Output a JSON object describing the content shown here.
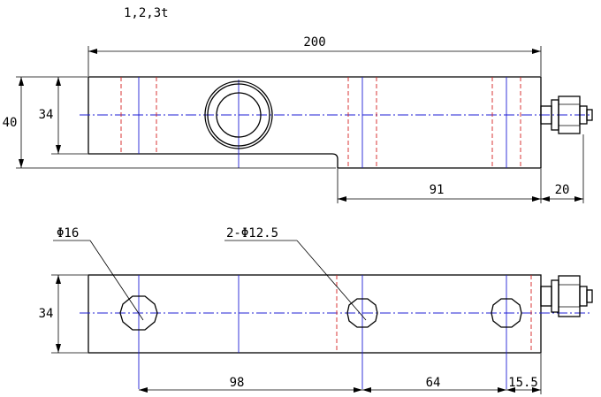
{
  "header": {
    "capacity_label": "1,2,3t"
  },
  "dimensions": {
    "length": "200",
    "height_body": "34",
    "height_total": "40",
    "offset": "91",
    "connector": "20",
    "height_bottom": "34",
    "pitch_1": "98",
    "pitch_2": "64",
    "end_distance": "15.5"
  },
  "callouts": {
    "large_hole": "Φ16",
    "small_holes": "2-Φ12.5"
  },
  "colors": {
    "outline": "#000000",
    "center_line": "#1f1fd6",
    "hidden_line": "#d62020"
  }
}
